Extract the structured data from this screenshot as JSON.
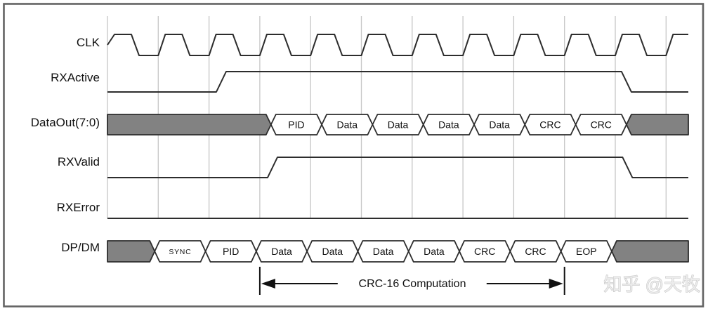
{
  "diagram_type": "usb-rx-timing-waveform",
  "clock_cycles": 12,
  "signals": [
    {
      "id": "clk",
      "label": "CLK",
      "kind": "clock"
    },
    {
      "id": "rxactive",
      "label": "RXActive",
      "kind": "logic",
      "initial": 0,
      "rise_cycle": 2.24,
      "fall_cycle": 10.22
    },
    {
      "id": "dataout",
      "label": "DataOut(7:0)",
      "kind": "bus",
      "idle": "unknown",
      "start_cycle": 3.22,
      "end_cycle": 10.22,
      "cells": [
        "PID",
        "Data",
        "Data",
        "Data",
        "Data",
        "CRC",
        "CRC"
      ]
    },
    {
      "id": "rxvalid",
      "label": "RXValid",
      "kind": "logic",
      "initial": 0,
      "rise_cycle": 3.25,
      "fall_cycle": 10.24
    },
    {
      "id": "rxerror",
      "label": "RXError",
      "kind": "logic",
      "constant": 0
    },
    {
      "id": "dpdm",
      "label": "DP/DM",
      "kind": "bus",
      "idle": "unknown",
      "start_cycle": 0.93,
      "end_cycle": 9.93,
      "cells": [
        "SYNC",
        "PID",
        "Data",
        "Data",
        "Data",
        "Data",
        "CRC",
        "CRC",
        "EOP"
      ]
    }
  ],
  "annotation": {
    "label": "CRC-16 Computation",
    "from_cycle": 3,
    "to_cycle": 9
  },
  "watermark": "知乎 @天牧",
  "colors": {
    "stroke": "#2d2d2d",
    "grid": "#c6c6c6",
    "bus_idle_fill": "#828282",
    "bus_fill": "#ffffff",
    "frame": "#636363",
    "text": "#111111",
    "watermark_fill": "#ececec",
    "watermark_stroke": "#c4c4c4",
    "background": "#ffffff"
  }
}
